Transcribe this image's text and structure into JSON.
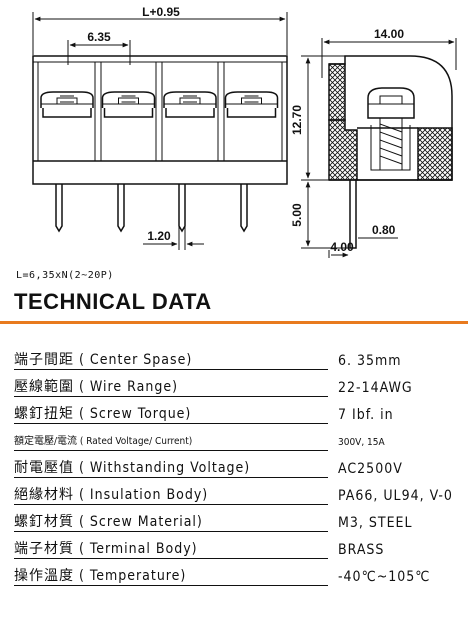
{
  "drawing": {
    "dim_overall_length": "L+0.95",
    "dim_pitch": "6.35",
    "dim_pin_width": "1.20",
    "dim_depth": "14.00",
    "dim_height": "12.70",
    "dim_pin_length": "5.00",
    "dim_pin_offset": "4.00",
    "dim_pin_thickness": "0.80",
    "pin_count_shown": 4
  },
  "formula": "L=6,35xN(2~20P)",
  "heading": "TECHNICAL DATA",
  "accent_color": "#e87a1e",
  "specs": [
    {
      "label": "端子間距 ( Center Spase)",
      "value": "6. 35mm"
    },
    {
      "label": "壓線範圍 ( Wire Range)",
      "value": "22-14AWG"
    },
    {
      "label": "螺釘扭矩 ( Screw Torque)",
      "value": "7 Ibf. in"
    },
    {
      "label": "額定電壓/電流 ( Rated Voltage/ Current)",
      "value": "300V, 15A"
    },
    {
      "label": "耐電壓值 ( Withstanding Voltage)",
      "value": "AC2500V"
    },
    {
      "label": "絕緣材料 ( Insulation Body)",
      "value": "PA66, UL94, V-0"
    },
    {
      "label": "螺釘材質 ( Screw Material)",
      "value": "M3, STEEL"
    },
    {
      "label": "端子材質 ( Terminal Body)",
      "value": "BRASS"
    },
    {
      "label": "操作溫度 ( Temperature)",
      "value": "-40℃~105℃"
    }
  ]
}
